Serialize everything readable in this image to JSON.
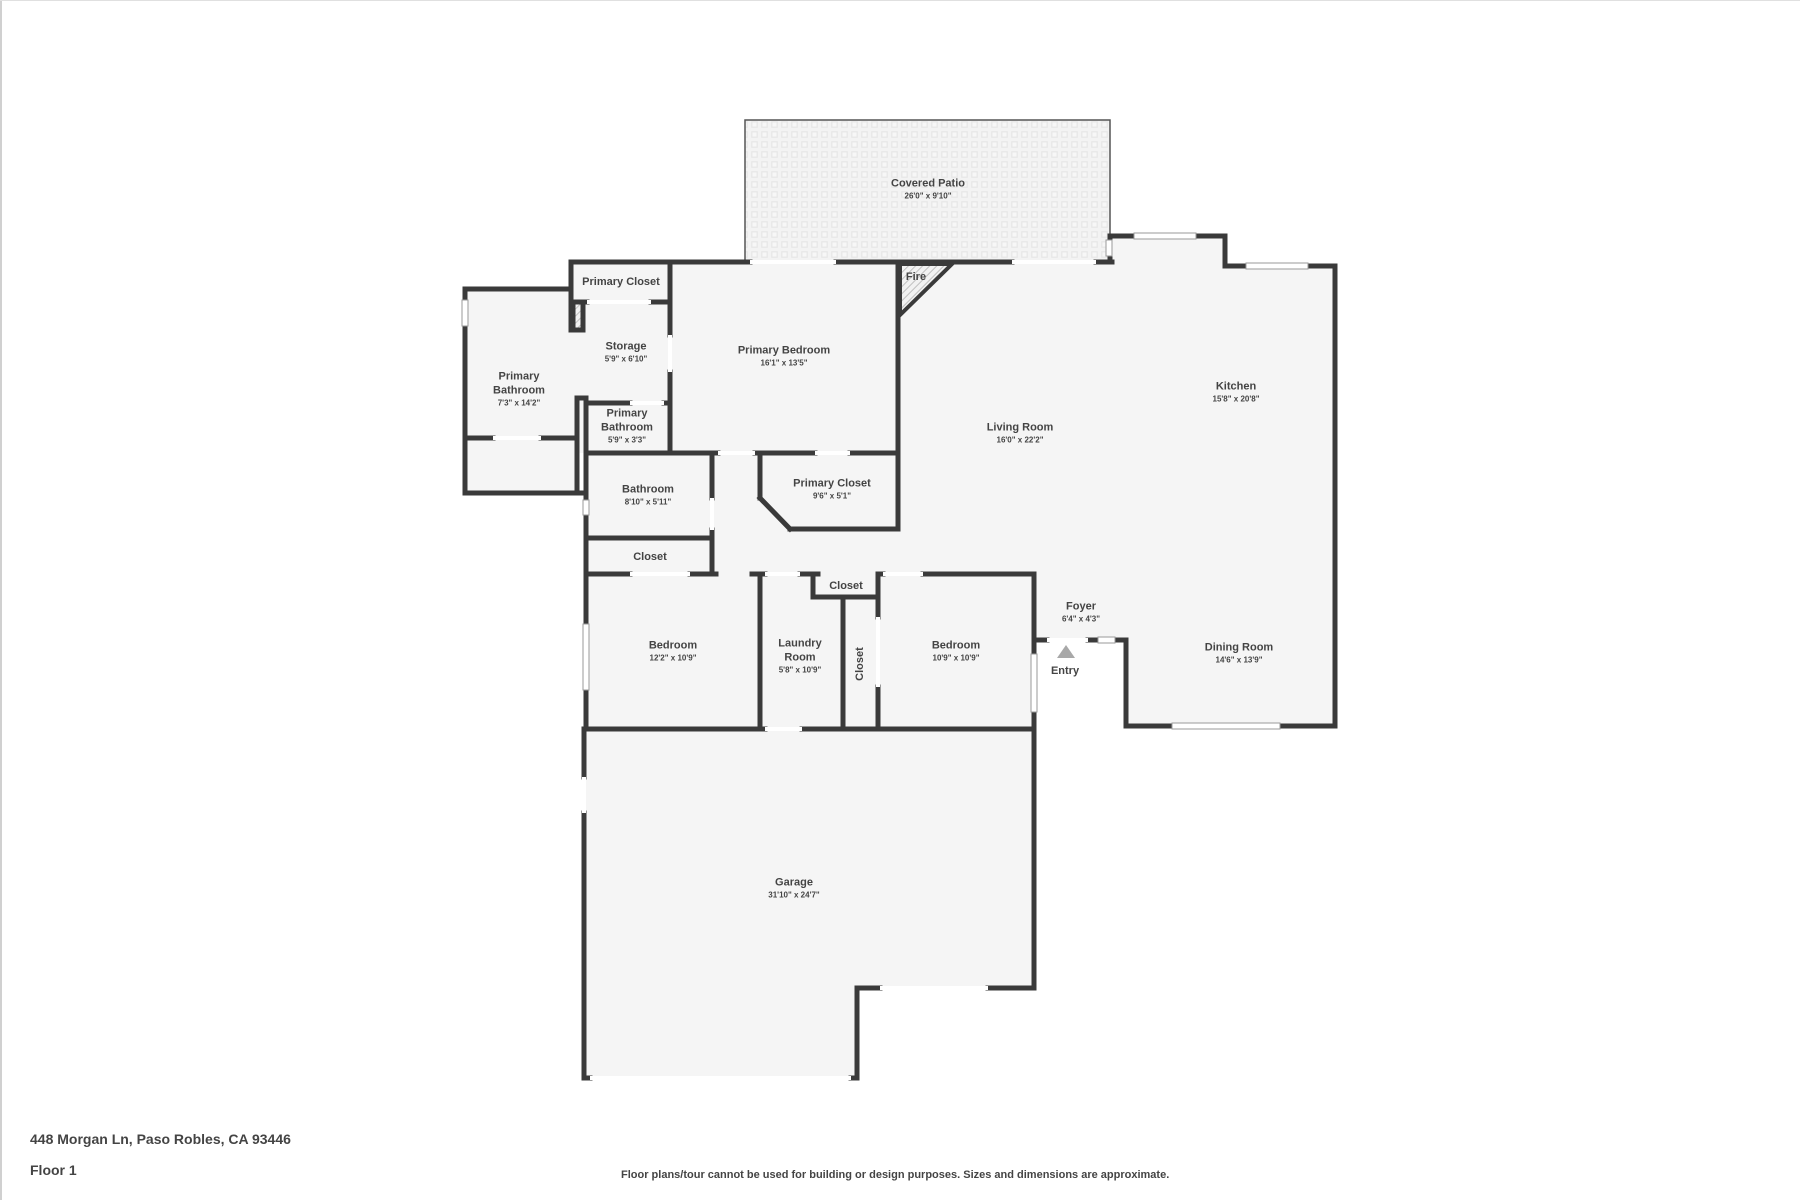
{
  "property": {
    "address": "448 Morgan Ln, Paso Robles, CA 93446",
    "floor": "Floor 1",
    "disclaimer": "Floor plans/tour cannot be used for building or design purposes. Sizes and dimensions are approximate."
  },
  "colors": {
    "wall": "#3a3a3a",
    "floor_fill": "#f5f5f5",
    "patio_fill": "#ececec",
    "window": "#ffffff",
    "text": "#444444",
    "entry_marker": "#a8a8a8"
  },
  "rooms": [
    {
      "id": "covered-patio",
      "name": "Covered Patio",
      "dims": "26'0\" x 9'10\""
    },
    {
      "id": "primary-closet-top",
      "name": "Primary Closet",
      "dims": ""
    },
    {
      "id": "storage",
      "name": "Storage",
      "dims": "5'9\" x 6'10\""
    },
    {
      "id": "primary-bathroom-large",
      "name": "Primary Bathroom",
      "dims": "7'3\" x 14'2\""
    },
    {
      "id": "primary-bathroom-small",
      "name": "Primary Bathroom",
      "dims": "5'9\" x 3'3\""
    },
    {
      "id": "primary-bedroom",
      "name": "Primary Bedroom",
      "dims": "16'1\" x 13'5\""
    },
    {
      "id": "fire",
      "name": "Fire",
      "dims": ""
    },
    {
      "id": "living-room",
      "name": "Living Room",
      "dims": "16'0\" x 22'2\""
    },
    {
      "id": "kitchen",
      "name": "Kitchen",
      "dims": "15'8\" x 20'8\""
    },
    {
      "id": "bathroom",
      "name": "Bathroom",
      "dims": "8'10\" x 5'11\""
    },
    {
      "id": "primary-closet-mid",
      "name": "Primary Closet",
      "dims": "9'6\" x 5'1\""
    },
    {
      "id": "closet-hall",
      "name": "Closet",
      "dims": ""
    },
    {
      "id": "closet-small",
      "name": "Closet",
      "dims": ""
    },
    {
      "id": "foyer",
      "name": "Foyer",
      "dims": "6'4\" x 4'3\""
    },
    {
      "id": "bedroom-1",
      "name": "Bedroom",
      "dims": "12'2\" x 10'9\""
    },
    {
      "id": "laundry-room",
      "name": "Laundry Room",
      "dims": "5'8\" x 10'9\""
    },
    {
      "id": "closet-vertical",
      "name": "Closet",
      "dims": ""
    },
    {
      "id": "bedroom-2",
      "name": "Bedroom",
      "dims": "10'9\" x 10'9\""
    },
    {
      "id": "dining-room",
      "name": "Dining Room",
      "dims": "14'6\" x 13'9\""
    },
    {
      "id": "entry",
      "name": "Entry",
      "dims": ""
    },
    {
      "id": "garage",
      "name": "Garage",
      "dims": "31'10\" x 24'7\""
    }
  ]
}
